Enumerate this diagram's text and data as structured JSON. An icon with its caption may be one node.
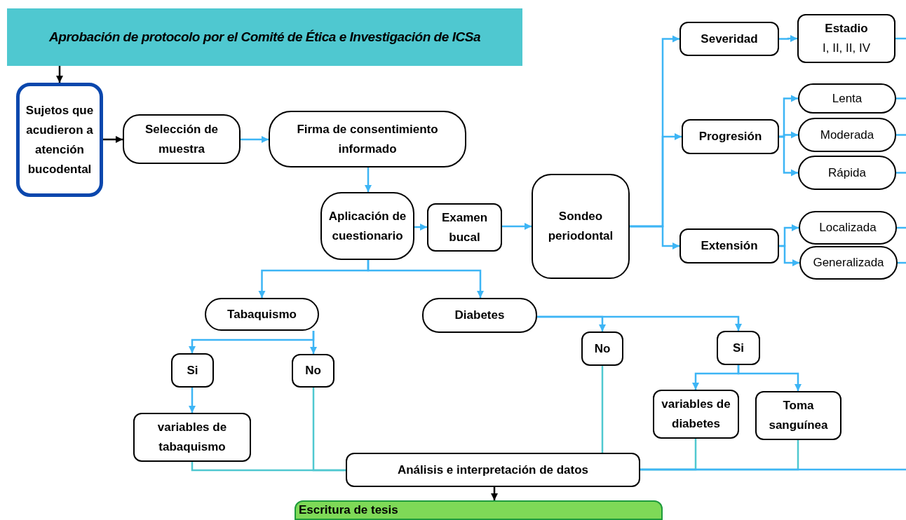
{
  "diagram": {
    "nodes": [
      {
        "text": [
          "Aprobación de protocolo por el Comité de Ética e Investigación de ICSa"
        ]
      },
      {
        "text": [
          "Sujetos que acudieron a atención bucodental"
        ]
      },
      {
        "text": [
          "Selección de muestra"
        ]
      },
      {
        "text": [
          "Firma de consentimiento informado"
        ]
      },
      {
        "text": [
          "Aplicación de cuestionario"
        ]
      },
      {
        "text": [
          "Examen bucal"
        ]
      },
      {
        "text": [
          "Sondeo periodontal"
        ]
      },
      {
        "text": [
          "Severidad"
        ]
      },
      {
        "text": [
          "Estadio",
          "I, II, II, IV"
        ]
      },
      {
        "text": [
          "Progresión"
        ]
      },
      {
        "text": [
          "Lenta"
        ]
      },
      {
        "text": [
          "Moderada"
        ]
      },
      {
        "text": [
          "Rápida"
        ]
      },
      {
        "text": [
          "Extensión"
        ]
      },
      {
        "text": [
          "Localizada"
        ]
      },
      {
        "text": [
          "Generalizada"
        ]
      },
      {
        "text": [
          "Tabaquismo"
        ]
      },
      {
        "text": [
          "Diabetes"
        ]
      },
      {
        "text": [
          "Si"
        ]
      },
      {
        "text": [
          "No"
        ]
      },
      {
        "text": [
          "variables de tabaquismo"
        ]
      },
      {
        "text": [
          "No"
        ]
      },
      {
        "text": [
          "Si"
        ]
      },
      {
        "text": [
          "variables de diabetes"
        ]
      },
      {
        "text": [
          "Toma sanguínea"
        ]
      },
      {
        "text": [
          "Análisis e interpretación de datos"
        ]
      },
      {
        "text": [
          "Escritura de tesis"
        ]
      }
    ],
    "edges": [
      {
        "from": 0,
        "to": 1,
        "arrow": "to",
        "color": "#000000"
      },
      {
        "from": 1,
        "to": 2,
        "arrow": "to",
        "color": "#000000"
      },
      {
        "from": 2,
        "to": 3,
        "arrow": "to"
      },
      {
        "from": 3,
        "to": 4,
        "arrow": "to"
      },
      {
        "from": 4,
        "to": 5,
        "arrow": "to"
      },
      {
        "from": 5,
        "to": 6,
        "arrow": "to"
      },
      {
        "from": 6,
        "to": 7,
        "arrow": "to"
      },
      {
        "from": 6,
        "to": 9,
        "arrow": "to"
      },
      {
        "from": 6,
        "to": 13,
        "arrow": "to"
      },
      {
        "from": 7,
        "to": 8,
        "arrow": "to"
      },
      {
        "from": 9,
        "to": 10,
        "arrow": "to"
      },
      {
        "from": 9,
        "to": 11,
        "arrow": "to"
      },
      {
        "from": 9,
        "to": 12,
        "arrow": "to"
      },
      {
        "from": 13,
        "to": 14,
        "arrow": "to"
      },
      {
        "from": 13,
        "to": 15,
        "arrow": "to"
      },
      {
        "from": 4,
        "to": 16,
        "arrow": "to"
      },
      {
        "from": 4,
        "to": 17,
        "arrow": "to"
      },
      {
        "from": 16,
        "to": 18,
        "arrow": "to"
      },
      {
        "from": 16,
        "to": 19,
        "arrow": "to"
      },
      {
        "from": 18,
        "to": 20,
        "arrow": "to"
      },
      {
        "from": 17,
        "to": 21,
        "arrow": "to"
      },
      {
        "from": 17,
        "to": 22,
        "arrow": "to"
      },
      {
        "from": 22,
        "to": 23,
        "arrow": "to"
      },
      {
        "from": 22,
        "to": 24,
        "arrow": "to"
      },
      {
        "from": 20,
        "to": 25,
        "arrow": "none",
        "color": "#4fc8d0"
      },
      {
        "from": 19,
        "to": 25,
        "arrow": "none",
        "color": "#4fc8d0"
      },
      {
        "from": 21,
        "to": 25,
        "arrow": "none",
        "color": "#4fc8d0"
      },
      {
        "from": 23,
        "to": 25,
        "arrow": "none",
        "color": "#4fc8d0"
      },
      {
        "from": 24,
        "to": 25,
        "arrow": "none",
        "color": "#4fc8d0"
      },
      {
        "from": 25,
        "to": null,
        "arrow": "none"
      },
      {
        "from": 8,
        "to": null,
        "arrow": "none"
      },
      {
        "from": 10,
        "to": null,
        "arrow": "none"
      },
      {
        "from": 11,
        "to": null,
        "arrow": "none"
      },
      {
        "from": 12,
        "to": null,
        "arrow": "none"
      },
      {
        "from": 14,
        "to": null,
        "arrow": "none"
      },
      {
        "from": 15,
        "to": null,
        "arrow": "none"
      },
      {
        "from": 25,
        "to": 26,
        "arrow": "to",
        "color": "#000000"
      }
    ]
  }
}
